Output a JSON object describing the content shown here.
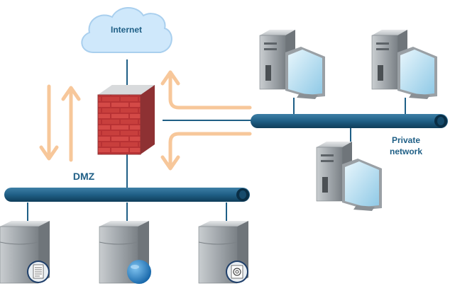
{
  "labels": {
    "internet": "Internet",
    "dmz": "DMZ",
    "private_network_line1": "Private",
    "private_network_line2": "network"
  },
  "colors": {
    "cable": "#1f5f86",
    "bus_dark": "#0f3d5a",
    "bus_mid": "#2d6f93",
    "arrow": "#f7c79a",
    "cloud": "#cfe8fb",
    "cloud_edge": "#a9cfee",
    "brick": "#c7393a",
    "server_body": "#9aa0a5",
    "monitor_screen": "#bfe4f5"
  },
  "icons": {
    "cloud": "internet-cloud-icon",
    "firewall": "firewall-icon",
    "workstation": "workstation-icon",
    "server_mail": "mail-server-icon",
    "server_web": "web-server-icon",
    "server_email_at": "email-server-icon"
  }
}
